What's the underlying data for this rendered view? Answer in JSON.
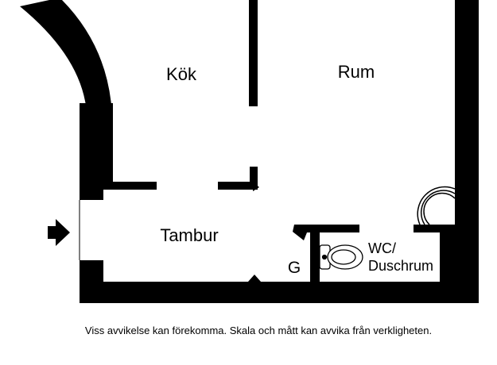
{
  "rooms": {
    "kitchen": "Kök",
    "room": "Rum",
    "hall": "Tambur",
    "bathroom_line1": "WC/",
    "bathroom_line2": "Duschrum",
    "wardrobe": "G"
  },
  "disclaimer": "Viss avvikelse kan förekomma. Skala och mått kan avvika från verkligheten.",
  "colors": {
    "wall": "#000000",
    "background": "#ffffff"
  },
  "icons": [
    "entrance-arrow-icon",
    "toilet-icon",
    "shower-icon"
  ]
}
